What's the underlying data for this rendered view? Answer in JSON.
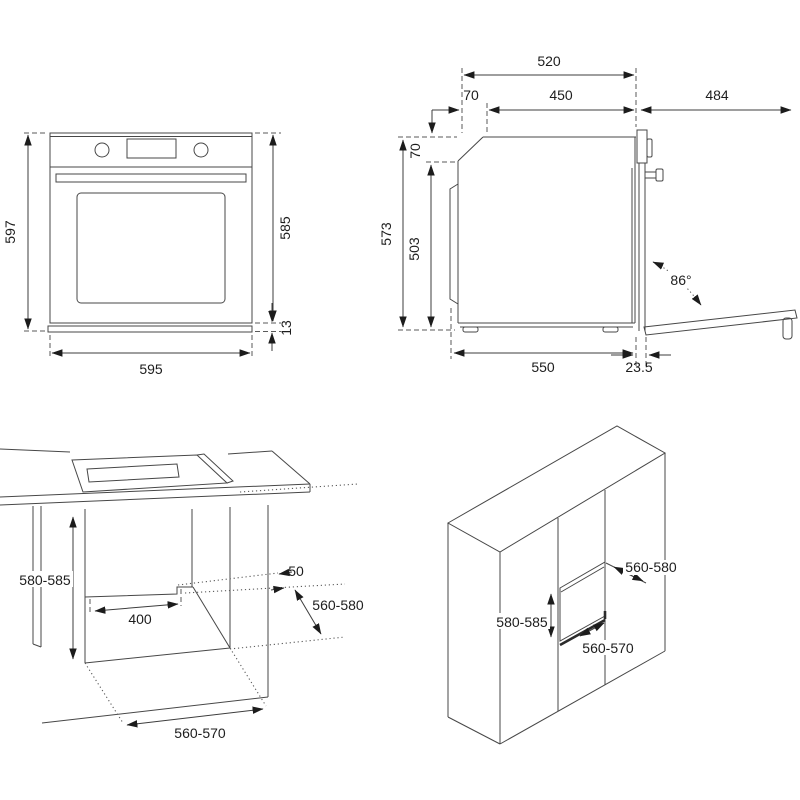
{
  "front_view": {
    "dim_height_total": "597",
    "dim_height_door": "585",
    "dim_bottom_trim": "13",
    "dim_width": "595"
  },
  "side_view": {
    "dim_depth_top": "520",
    "dim_top_setback": "70",
    "dim_depth_casing_top": "450",
    "dim_door_open_projection": "484",
    "dim_top_step_height": "70",
    "dim_height_total": "573",
    "dim_height_casing": "503",
    "dim_door_open_angle": "86°",
    "dim_depth_body": "550",
    "dim_door_thickness": "23.5"
  },
  "base_cabinet_view": {
    "dim_niche_height": "580-585",
    "dim_service_recess_width": "400",
    "dim_service_recess_depth": "50",
    "dim_niche_depth": "560-580",
    "dim_niche_width": "560-570"
  },
  "tall_cabinet_view": {
    "dim_niche_depth": "560-580",
    "dim_niche_height": "580-585",
    "dim_niche_width": "560-570"
  }
}
